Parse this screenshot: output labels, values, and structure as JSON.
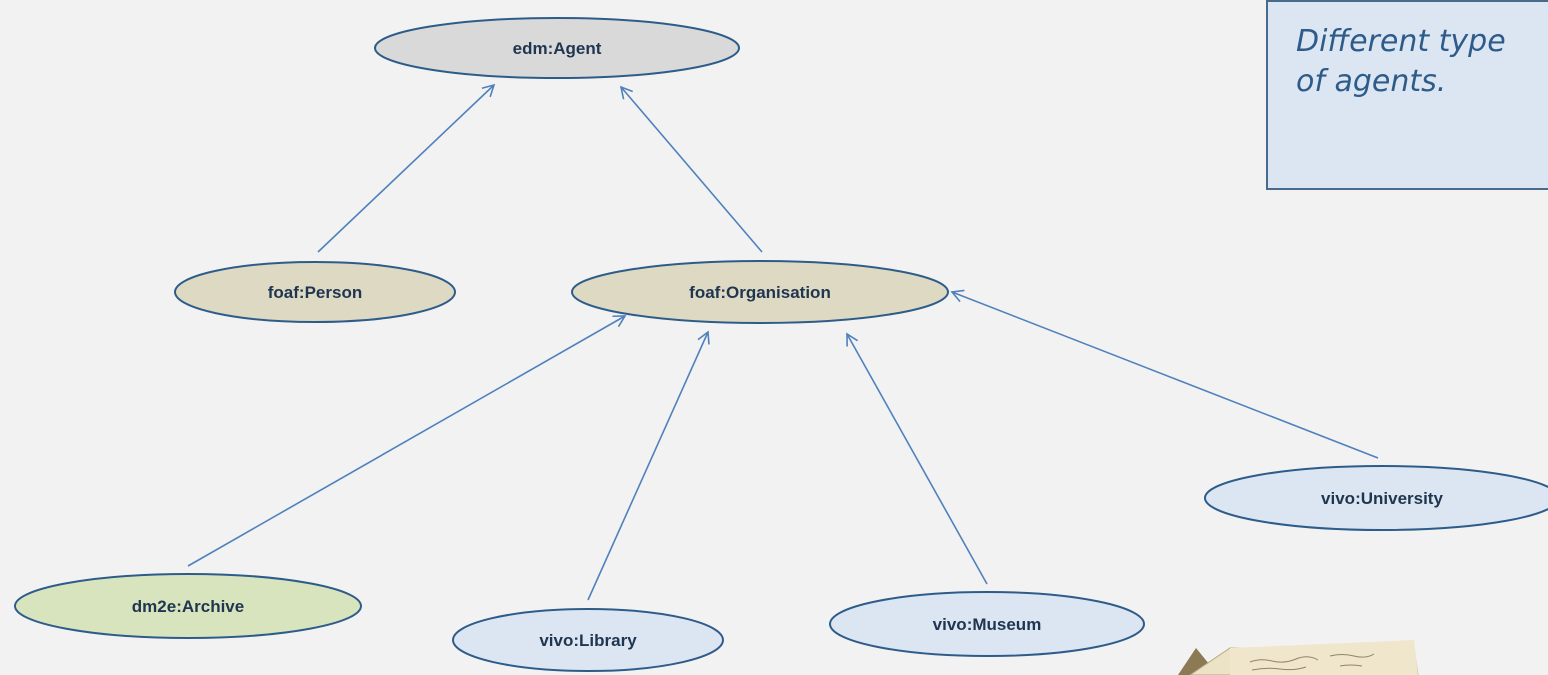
{
  "diagram": {
    "nodes": [
      {
        "id": "edm-agent",
        "label": "edm:Agent",
        "fill": "#d9d9d9"
      },
      {
        "id": "foaf-person",
        "label": "foaf:Person",
        "fill": "#ddd9c3"
      },
      {
        "id": "foaf-organisation",
        "label": "foaf:Organisation",
        "fill": "#ddd9c3"
      },
      {
        "id": "dm2e-archive",
        "label": "dm2e:Archive",
        "fill": "#d7e4bd"
      },
      {
        "id": "vivo-library",
        "label": "vivo:Library",
        "fill": "#dce6f2"
      },
      {
        "id": "vivo-museum",
        "label": "vivo:Museum",
        "fill": "#dce6f2"
      },
      {
        "id": "vivo-university",
        "label": "vivo:University",
        "fill": "#dce6f2"
      }
    ],
    "edges": [
      {
        "from": "foaf-person",
        "to": "edm-agent"
      },
      {
        "from": "foaf-organisation",
        "to": "edm-agent"
      },
      {
        "from": "dm2e-archive",
        "to": "foaf-organisation"
      },
      {
        "from": "vivo-library",
        "to": "foaf-organisation"
      },
      {
        "from": "vivo-museum",
        "to": "foaf-organisation"
      },
      {
        "from": "vivo-university",
        "to": "foaf-organisation"
      }
    ],
    "edge_color": "#4f81bd",
    "node_stroke": "#2e5c8a"
  },
  "note": {
    "line1": "Different type",
    "line2": "of agents."
  },
  "colors": {
    "background": "#f2f2f2",
    "note_fill": "#dce6f2",
    "note_text": "#2e5c8a"
  }
}
